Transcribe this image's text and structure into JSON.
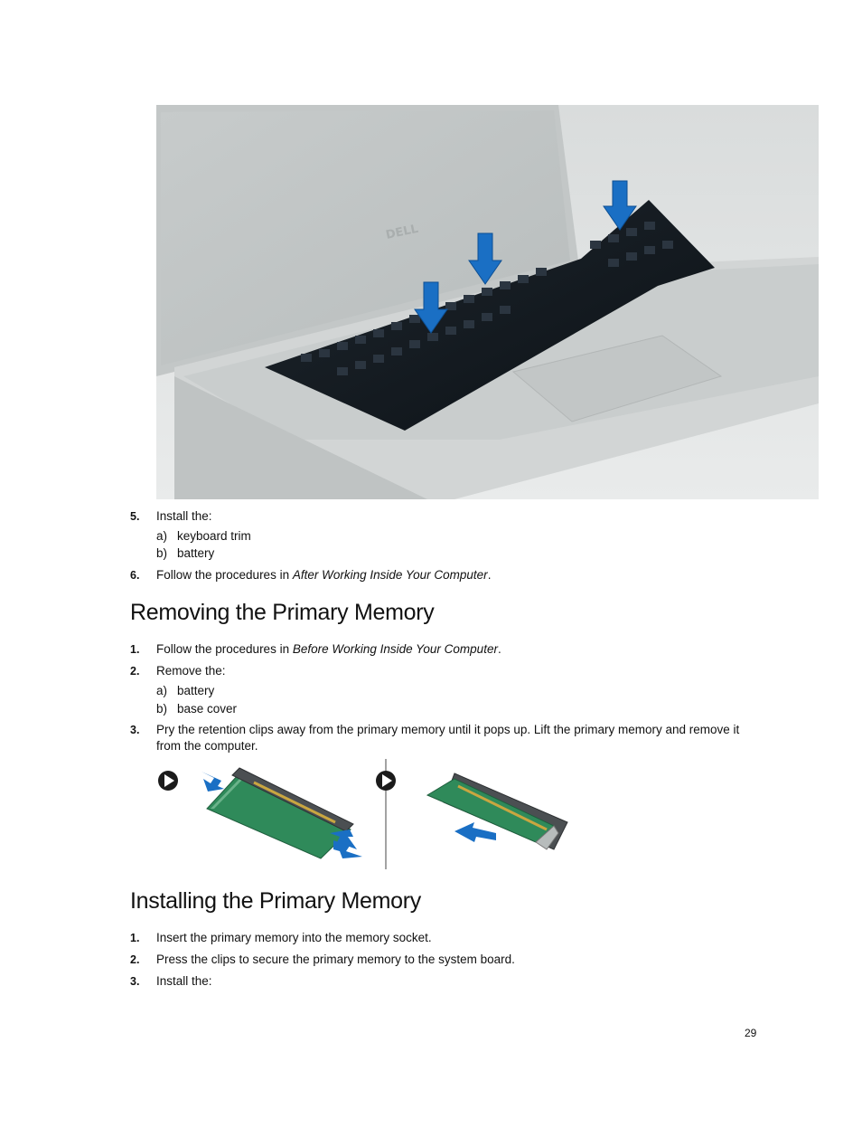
{
  "steps_top": {
    "step5": {
      "num": "5.",
      "text": "Install the:",
      "items": [
        {
          "letter": "a)",
          "text": "keyboard trim"
        },
        {
          "letter": "b)",
          "text": "battery"
        }
      ]
    },
    "step6": {
      "num": "6.",
      "text_pre": "Follow the procedures in ",
      "text_italic": "After Working Inside Your Computer",
      "text_post": "."
    }
  },
  "removing": {
    "heading": "Removing the Primary Memory",
    "step1": {
      "num": "1.",
      "text_pre": "Follow the procedures in ",
      "text_italic": "Before Working Inside Your Computer",
      "text_post": "."
    },
    "step2": {
      "num": "2.",
      "text": "Remove the:",
      "items": [
        {
          "letter": "a)",
          "text": "battery"
        },
        {
          "letter": "b)",
          "text": "base cover"
        }
      ]
    },
    "step3": {
      "num": "3.",
      "text": "Pry the retention clips away from the primary memory until it pops up. Lift the primary memory and remove it from the computer."
    }
  },
  "installing": {
    "heading": "Installing the Primary Memory",
    "step1": {
      "num": "1.",
      "text": "Insert the primary memory into the memory socket."
    },
    "step2": {
      "num": "2.",
      "text": "Press the clips to secure the primary memory to the system board."
    },
    "step3": {
      "num": "3.",
      "text": "Install the:"
    }
  },
  "figure_keyboard": {
    "brand_logo": "DELL"
  },
  "page_number": "29",
  "colors": {
    "arrow_blue": "#1a6fc4",
    "board_green": "#2f8a5a",
    "chassis_gray": "#cfd2d2"
  }
}
